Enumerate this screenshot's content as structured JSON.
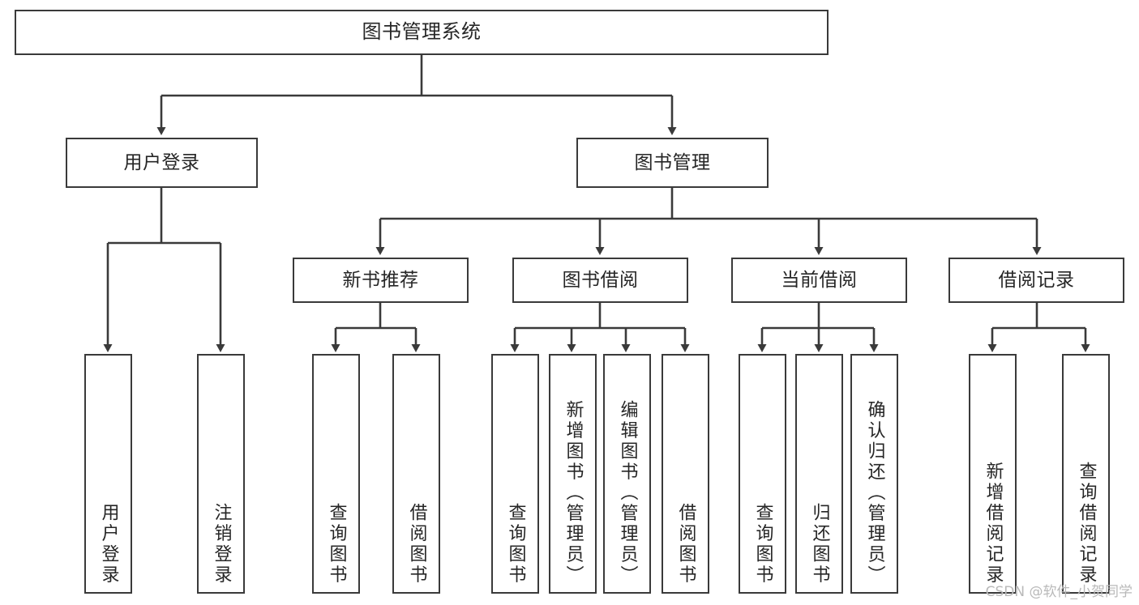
{
  "diagram": {
    "type": "tree-hierarchy-chart",
    "title": "图书管理系统",
    "line_color": "#3a3a3a",
    "box_fill": "#ffffff",
    "text_color": "#262626",
    "root": {
      "label": "图书管理系统"
    },
    "level2": [
      {
        "label": "用户登录"
      },
      {
        "label": "图书管理"
      }
    ],
    "level3": [
      {
        "label": "新书推荐"
      },
      {
        "label": "图书借阅"
      },
      {
        "label": "当前借阅"
      },
      {
        "label": "借阅记录"
      }
    ],
    "leaves": [
      {
        "label": "用户登录",
        "parent": "用户登录"
      },
      {
        "label": "注销登录",
        "parent": "用户登录"
      },
      {
        "label": "查询图书",
        "parent": "新书推荐"
      },
      {
        "label": "借阅图书",
        "parent": "新书推荐"
      },
      {
        "label": "查询图书",
        "parent": "图书借阅"
      },
      {
        "label": "新增图书（管理员）",
        "parent": "图书借阅"
      },
      {
        "label": "编辑图书（管理员）",
        "parent": "图书借阅"
      },
      {
        "label": "借阅图书",
        "parent": "图书借阅"
      },
      {
        "label": "查询图书",
        "parent": "当前借阅"
      },
      {
        "label": "归还图书",
        "parent": "当前借阅"
      },
      {
        "label": "确认归还（管理员）",
        "parent": "当前借阅"
      },
      {
        "label": "新增借阅记录",
        "parent": "借阅记录"
      },
      {
        "label": "查询借阅记录",
        "parent": "借阅记录"
      }
    ]
  },
  "watermark": {
    "text": "CSDN @软件_小贺同学",
    "color": "#b9b9b9"
  }
}
